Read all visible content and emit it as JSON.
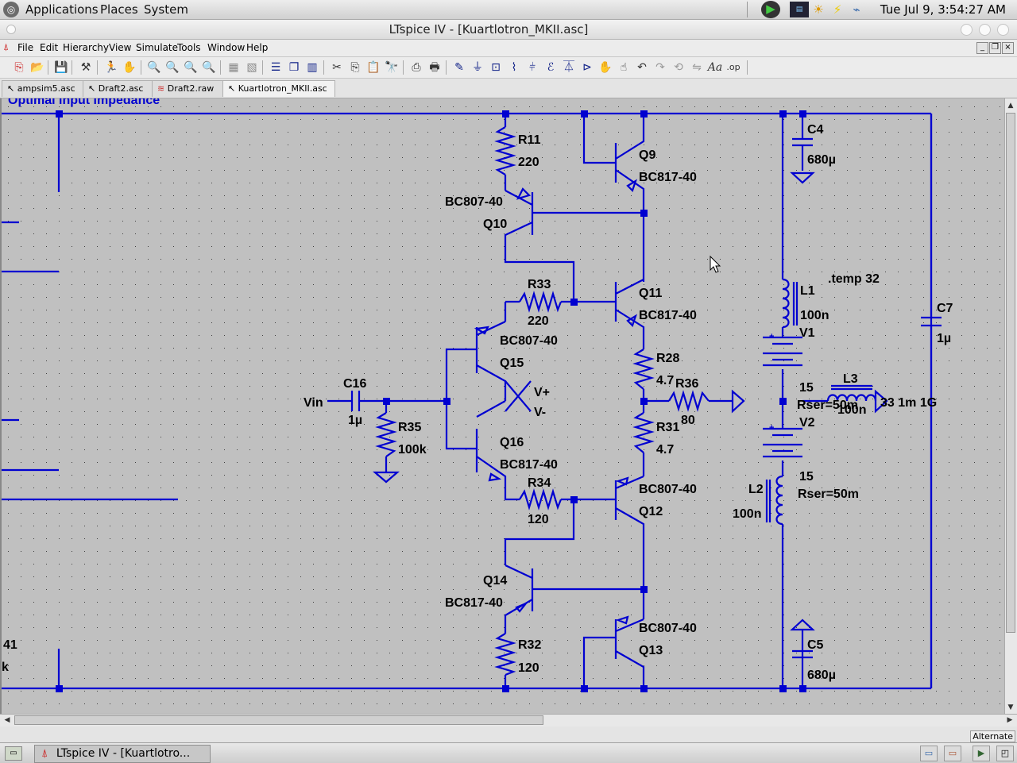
{
  "panel": {
    "menus": [
      "Applications",
      "Places",
      "System"
    ],
    "clock": "Tue Jul  9,  3:54:27 AM"
  },
  "window": {
    "title": "LTspice IV - [Kuartlotron_MKII.asc]"
  },
  "menubar": [
    "File",
    "Edit",
    "Hierarchy",
    "View",
    "Simulate",
    "Tools",
    "Window",
    "Help"
  ],
  "tabs": [
    "ampsim5.asc",
    "Draft2.asc",
    "Draft2.raw",
    "Kuartlotron_MKII.asc"
  ],
  "schematic": {
    "header_text": "Optimal input impedance",
    "wire_color": "#0000d0",
    "text_color": "#000000",
    "labels": {
      "r11_name": "R11",
      "r11_value": "220",
      "q9_name": "Q9",
      "q9_model": "BC817-40",
      "q10_model": "BC807-40",
      "q10_name": "Q10",
      "r33_name": "R33",
      "r33_value": "220",
      "q11_name": "Q11",
      "q11_model": "BC817-40",
      "q15_model": "BC807-40",
      "q15_name": "Q15",
      "r28_name": "R28",
      "r28_value": "4.7",
      "r36_name": "R36",
      "r36_value": "80",
      "c16_name": "C16",
      "c16_value": "1µ",
      "vin": "Vin",
      "vplus": "V+",
      "vminus": "V-",
      "r35_name": "R35",
      "r35_value": "100k",
      "r31_name": "R31",
      "r31_value": "4.7",
      "q16_name": "Q16",
      "q16_model": "BC817-40",
      "r34_name": "R34",
      "r34_value": "120",
      "q12_model": "BC807-40",
      "q12_name": "Q12",
      "q14_name": "Q14",
      "q14_model": "BC817-40",
      "r32_name": "R32",
      "r32_value": "120",
      "q13_model": "BC807-40",
      "q13_name": "Q13",
      "c4_name": "C4",
      "c4_value": "680µ",
      "temp": ".temp 32",
      "l1_name": "L1",
      "l1_value": "100n",
      "v1_name": "V1",
      "v1_value": "15",
      "v1_rser": "Rser=50m",
      "l3_name": "L3",
      "l3_value": "100n",
      "load_value": "33 1m 1G",
      "v2_name": "V2",
      "v2_value": "15",
      "v2_rser": "Rser=50m",
      "l2_name": "L2",
      "l2_value": "100n",
      "c5_name": "C5",
      "c5_value": "680µ",
      "c7_name": "C7",
      "c7_value": "1µ",
      "edge_num": "41",
      "edge_k": "k"
    }
  },
  "status": "Alternate",
  "taskbar": {
    "app_button": "LTspice IV - [Kuartlotro..."
  }
}
